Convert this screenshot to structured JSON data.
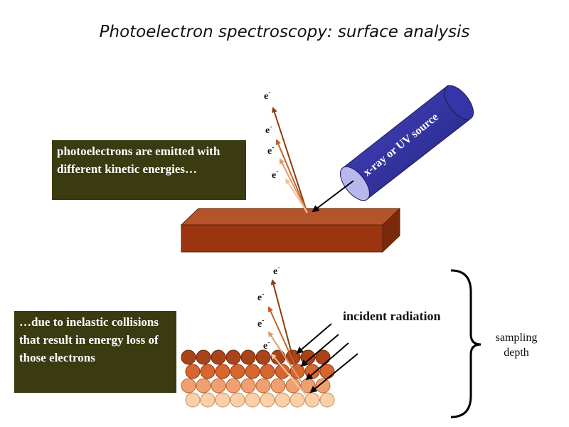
{
  "title": "Photoelectron spectroscopy: surface analysis",
  "source_label": "x-ray or UV source",
  "top_box_text": "photoelectrons are emitted with different kinetic energies…",
  "bottom_box_text": "…due to inelastic collisions that result in energy loss of those electrons",
  "incident_label": "incident radiation",
  "depth_label": "sampling depth",
  "electron_symbol": "e",
  "electron_charge": "-",
  "colors": {
    "text_box_bg": "#3b3b12",
    "sample_block": "#9b3510",
    "source_cylinder": "#3333aa",
    "arrow_dark": "#8b3a0e",
    "arrow_mid": "#c0642a",
    "arrow_light": "#e09a6a",
    "arrow_pale": "#f3c49c"
  }
}
